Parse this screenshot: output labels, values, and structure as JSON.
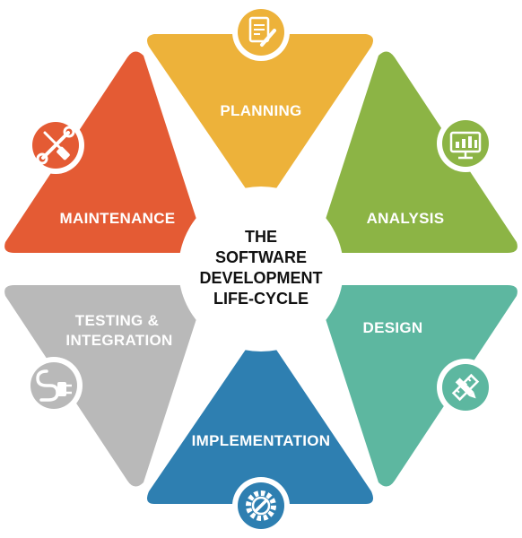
{
  "center": {
    "lines": [
      "THE",
      "SOFTWARE",
      "DEVELOPMENT",
      "LIFE-CYCLE"
    ]
  },
  "segments": [
    {
      "key": "planning",
      "label": "PLANNING",
      "color": "#EDB23A",
      "icon": "document-pen-icon"
    },
    {
      "key": "analysis",
      "label": "ANALYSIS",
      "color": "#8CB445",
      "icon": "monitor-chart-icon"
    },
    {
      "key": "design",
      "label": "DESIGN",
      "color": "#5DB7A0",
      "icon": "ruler-pencil-icon"
    },
    {
      "key": "implementation",
      "label": "IMPLEMENTATION",
      "color": "#2E7FB1",
      "icon": "gear-wrench-icon"
    },
    {
      "key": "testing",
      "label_lines": [
        "TESTING &",
        "INTEGRATION"
      ],
      "color": "#B9B9B9",
      "icon": "plug-cable-icon"
    },
    {
      "key": "maintenance",
      "label": "MAINTENANCE",
      "color": "#E45B34",
      "icon": "wrench-screwdriver-icon"
    }
  ]
}
